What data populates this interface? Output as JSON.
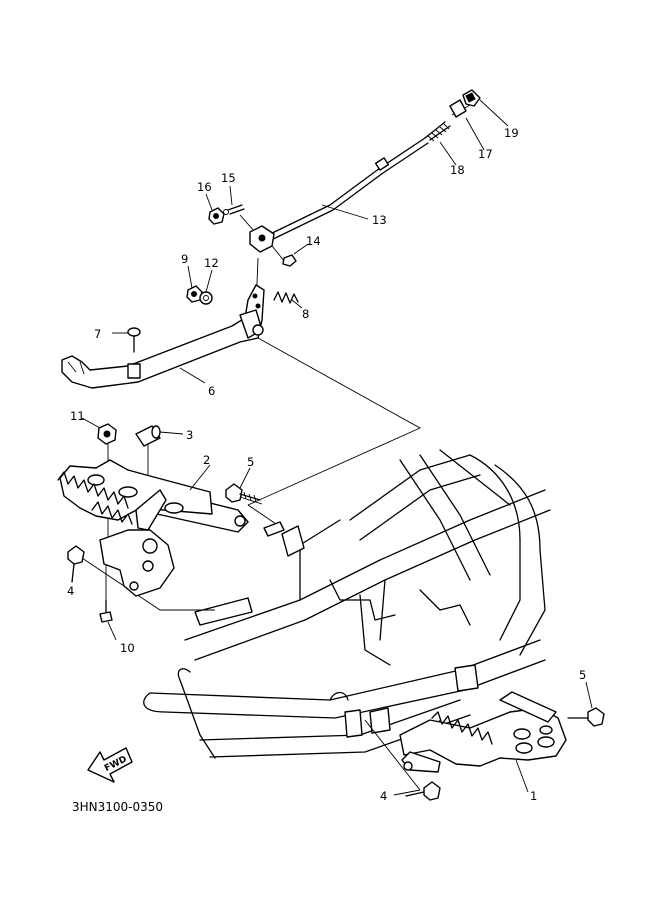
{
  "figure_code": "3HN3100-0350",
  "fwd_label": "FWD",
  "callouts": {
    "c1": "1",
    "c2": "2",
    "c3": "3",
    "c4a": "4",
    "c4b": "4",
    "c5a": "5",
    "c5b": "5",
    "c6": "6",
    "c7": "7",
    "c8": "8",
    "c9": "9",
    "c10": "10",
    "c11": "11",
    "c12": "12",
    "c13": "13",
    "c14": "14",
    "c15": "15",
    "c16": "16",
    "c17": "17",
    "c18": "18",
    "c19": "19"
  }
}
